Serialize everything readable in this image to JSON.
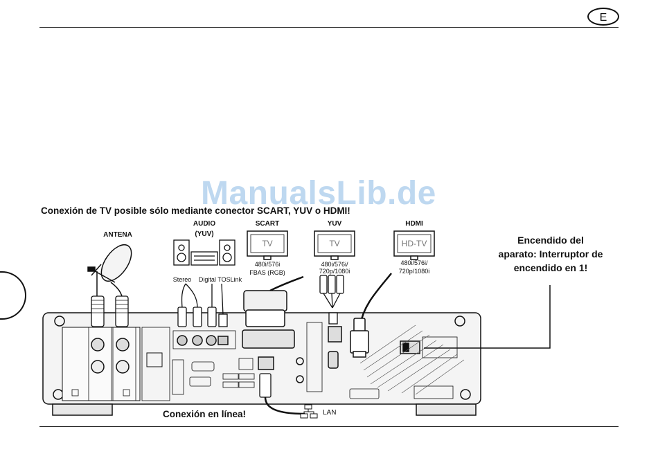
{
  "header": {
    "language_badge": "E"
  },
  "watermark": "ManualsLib.de",
  "caption": "Conexión de TV posible sólo mediante conector SCART, YUV o HDMI!",
  "labels": {
    "antenna": "ANTENA",
    "audio_line1": "AUDIO",
    "audio_line2": "(YUV)",
    "scart": "SCART",
    "yuv": "YUV",
    "hdmi": "HDMI",
    "stereo": "Stereo",
    "digital": "Digital TOSLink",
    "tv_scart_screen": "TV",
    "tv_yuv_screen": "TV",
    "tv_hdmi_screen": "HD-TV",
    "scart_res_1": "480i/576i",
    "scart_res_2": "FBAS (RGB)",
    "yuv_res_1": "480i/576i/",
    "yuv_res_2": "720p/1080i",
    "hdmi_res_1": "480i/576i/",
    "hdmi_res_2": "720p/1080i"
  },
  "power_note": {
    "line1": "Encendido del",
    "line2": "aparato: Interruptor de",
    "line3": "encendido en 1!"
  },
  "online_note": "Conexión en línea!",
  "lan_label": "LAN",
  "colors": {
    "watermark": "#b8d4ef",
    "line": "#111111",
    "panel": "#f2f2f2"
  }
}
